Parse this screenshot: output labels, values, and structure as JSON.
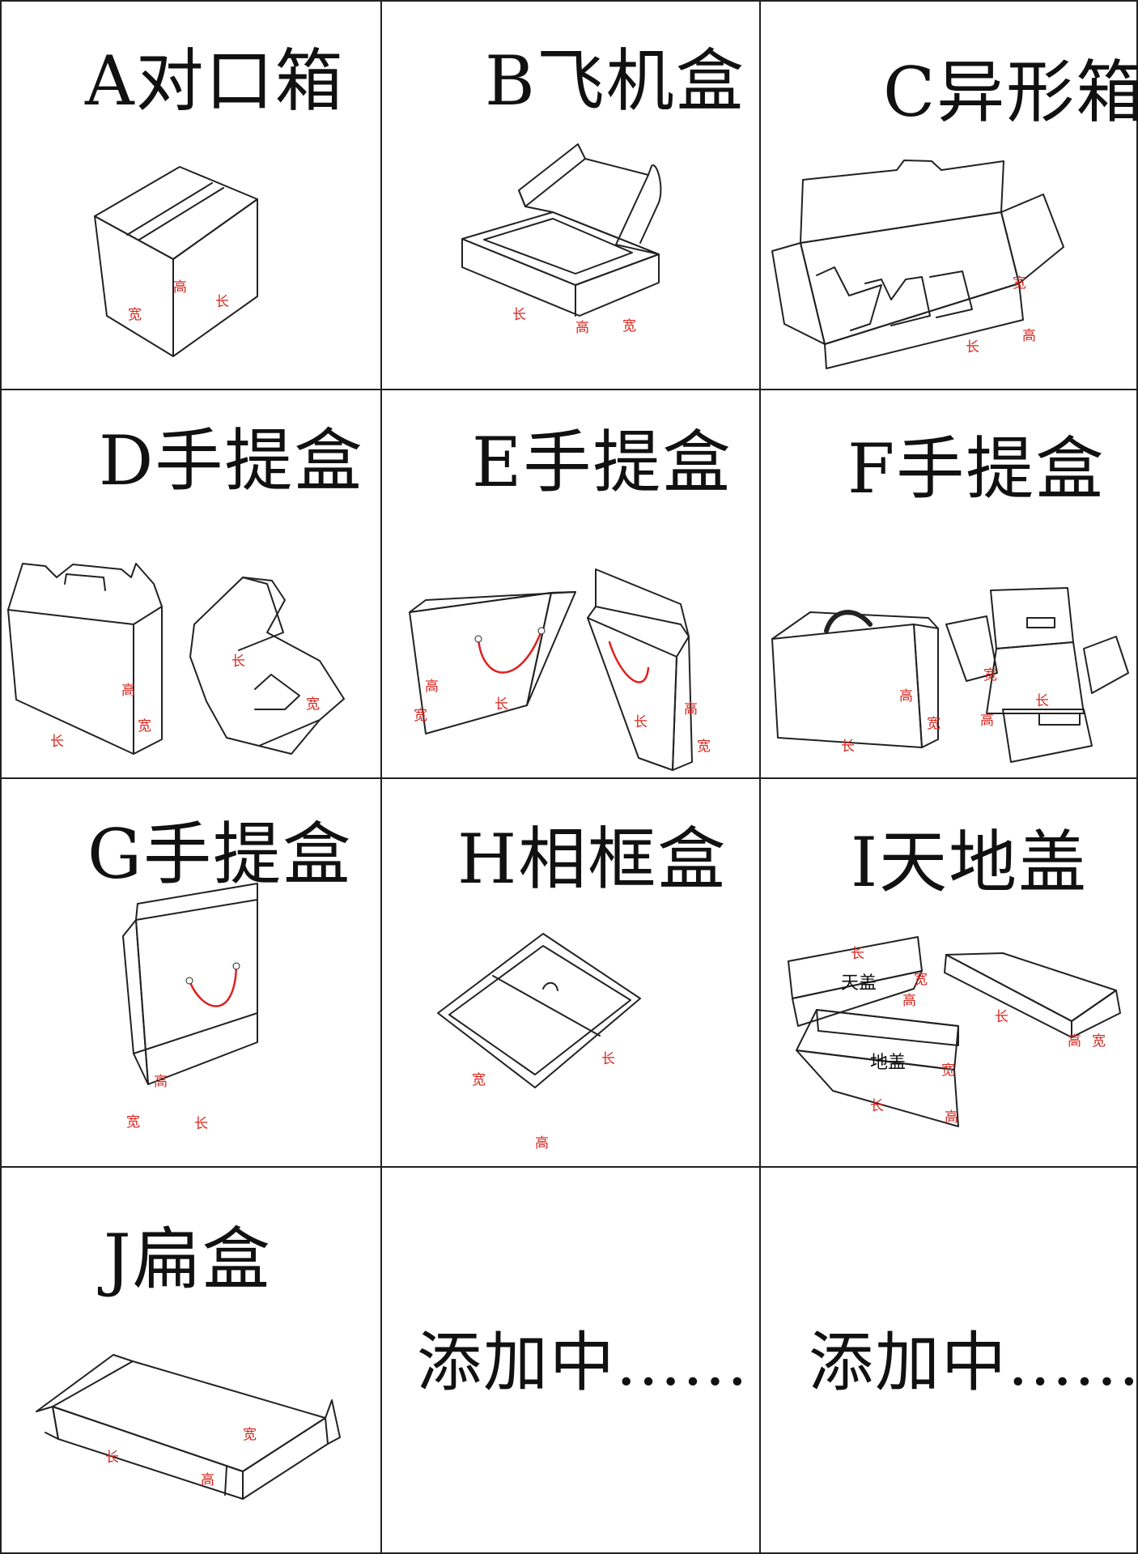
{
  "cells": {
    "A": {
      "title": "A对口箱",
      "labels": {
        "l": "长",
        "w": "宽",
        "h": "高"
      }
    },
    "B": {
      "title": "B飞机盒",
      "labels": {
        "l": "长",
        "w": "宽",
        "h": "高"
      }
    },
    "C": {
      "title": "C异形箱",
      "labels": {
        "l": "长",
        "w": "宽",
        "h": "高"
      }
    },
    "D": {
      "title": "D手提盒",
      "labels": {
        "l": "长",
        "w": "宽",
        "h": "高"
      }
    },
    "E": {
      "title": "E手提盒",
      "labels": {
        "l": "长",
        "w": "宽",
        "h": "高"
      }
    },
    "F": {
      "title": "F手提盒",
      "labels": {
        "l": "长",
        "w": "宽",
        "h": "高"
      }
    },
    "G": {
      "title": "G手提盒",
      "labels": {
        "l": "长",
        "w": "宽",
        "h": "高"
      }
    },
    "H": {
      "title": "H相框盒",
      "labels": {
        "l": "长",
        "w": "宽",
        "h": "高"
      }
    },
    "I": {
      "title": "I天地盖",
      "labels": {
        "l": "长",
        "w": "宽",
        "h": "高",
        "top": "天盖",
        "bottom": "地盖"
      }
    },
    "J": {
      "title": "J扁盒",
      "labels": {
        "l": "长",
        "w": "宽",
        "h": "高"
      }
    },
    "K": {
      "text": "添加中......"
    },
    "L": {
      "text": "添加中......"
    }
  }
}
